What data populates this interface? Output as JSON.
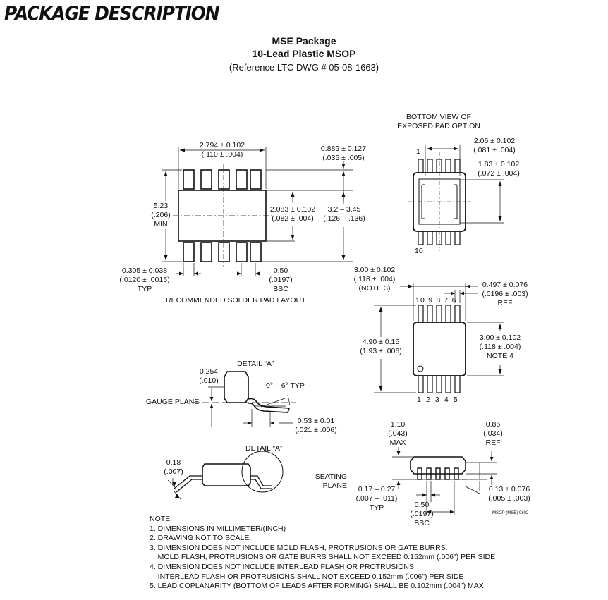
{
  "header": "PACKAGE DESCRIPTION",
  "title": "MSE Package",
  "subtitle": "10-Lead Plastic MSOP",
  "reference": "(Reference LTC DWG # 05-08-1663)",
  "solder_layout": {
    "d_width": "2.794 ± 0.102",
    "d_width_in": "(.110 ± .004)",
    "d_pad_len": "0.889 ± 0.127",
    "d_pad_len_in": "(.035 ± .005)",
    "d_min": "5.23",
    "d_min_in": "(.206)",
    "d_min_lbl": "MIN",
    "d_center": "2.083 ± 0.102",
    "d_center_in": "(.082 ± .004)",
    "d_span": "3.2 – 3.45",
    "d_span_in": "(.126 – .136)",
    "d_padw": "0.305 ± 0.038",
    "d_padw_in": "(.0120 ± .0015)",
    "d_padw_lbl": "TYP",
    "d_pitch": "0.50",
    "d_pitch_in": "(.0197)",
    "d_pitch_lbl": "BSC",
    "caption": "RECOMMENDED SOLDER PAD LAYOUT"
  },
  "bottom_view": {
    "title1": "BOTTOM VIEW OF",
    "title2": "EXPOSED PAD OPTION",
    "pin1": "1",
    "pin10": "10",
    "d_w": "2.06 ± 0.102",
    "d_w_in": "(.081 ± .004)",
    "d_h": "1.83 ± 0.102",
    "d_h_in": "(.072 ± .004)"
  },
  "top_view": {
    "d_width": "3.00 ± 0.102",
    "d_width_in": "(.118 ± .004)",
    "d_width_note": "(NOTE 3)",
    "d_lead": "0.497 ± 0.076",
    "d_lead_in": "(.0196 ± .003)",
    "d_lead_ref": "REF",
    "d_len": "4.90 ± 0.15",
    "d_len_in": "(1.93 ± .006)",
    "d_body": "3.00 ± 0.102",
    "d_body_in": "(.118 ± .004)",
    "d_body_note": "NOTE 4",
    "top_pins": "10 9 8 7 6",
    "bottom_pins": "1 2 3 4 5"
  },
  "detail_a": {
    "title": "DETAIL “A”",
    "d_gauge": "0.254",
    "d_gauge_in": "(.010)",
    "angle": "0° – 6° TYP",
    "gauge_plane": "GAUGE PLANE",
    "d_foot": "0.53 ± 0.01",
    "d_foot_in": "(.021 ± .006)"
  },
  "detail_a2": {
    "title": "DETAIL “A”",
    "d_thk": "0.18",
    "d_thk_in": "(.007)"
  },
  "side_view": {
    "d_max": "1.10",
    "d_max_in": "(.043)",
    "d_max_lbl": "MAX",
    "d_ref": "0.86",
    "d_ref_in": "(.034)",
    "d_ref_lbl": "REF",
    "seating1": "SEATING",
    "seating2": "PLANE",
    "d_lead": "0.17 – 0.27",
    "d_lead_in": "(.007 – .011)",
    "d_lead_lbl": "TYP",
    "d_pitch": "0.50",
    "d_pitch_in": "(.0197)",
    "d_pitch_lbl": "BSC",
    "d_stand": "0.13 ± 0.076",
    "d_stand_in": "(.005 ± .003)",
    "code": "MSOP (MSE) 0802"
  },
  "notes": [
    "NOTE:",
    "1. DIMENSIONS IN MILLIMETER/(INCH)",
    "2. DRAWING NOT TO SCALE",
    "3. DIMENSION DOES NOT INCLUDE MOLD FLASH, PROTRUSIONS OR GATE BURRS.",
    "    MOLD FLASH, PROTRUSIONS OR GATE BURRS SHALL NOT EXCEED 0.152mm (.006\") PER SIDE",
    "4. DIMENSION DOES NOT INCLUDE INTERLEAD FLASH OR PROTRUSIONS.",
    "    INTERLEAD FLASH OR PROTRUSIONS SHALL NOT EXCEED 0.152mm (.006\") PER SIDE",
    "5. LEAD COPLANARITY (BOTTOM OF LEADS AFTER FORMING) SHALL BE 0.102mm (.004\") MAX"
  ]
}
